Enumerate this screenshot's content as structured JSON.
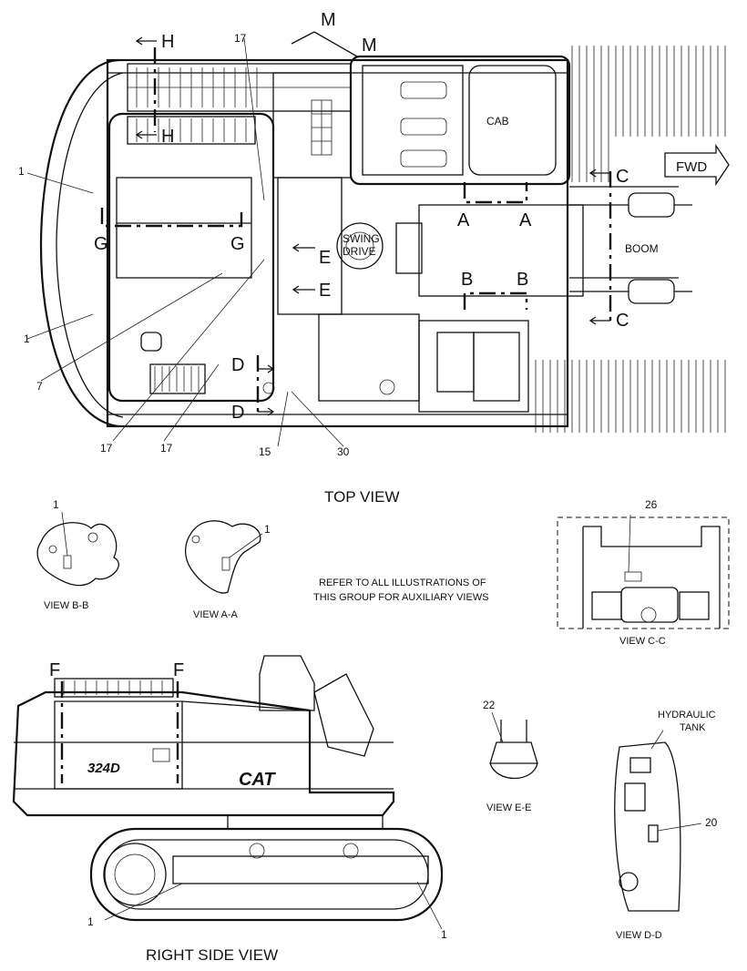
{
  "captions": {
    "top_view": "TOP VIEW",
    "right_side_view": "RIGHT SIDE VIEW",
    "view_bb": "VIEW B-B",
    "view_aa": "VIEW A-A",
    "view_cc": "VIEW C-C",
    "view_ee": "VIEW E-E",
    "view_dd": "VIEW D-D"
  },
  "note": {
    "line1": "REFER TO ALL ILLUSTRATIONS OF",
    "line2": "THIS GROUP FOR AUXILIARY VIEWS"
  },
  "labels": {
    "cab": "CAB",
    "fwd": "FWD",
    "boom": "BOOM",
    "swing_drive_1": "SWING",
    "swing_drive_2": "DRIVE",
    "hydraulic_tank_1": "HYDRAULIC",
    "hydraulic_tank_2": "TANK",
    "model": "324D",
    "brand": "CAT"
  },
  "section_letters": {
    "h": "H",
    "m": "M",
    "g": "G",
    "e": "E",
    "d": "D",
    "a": "A",
    "b": "B",
    "c": "C",
    "f": "F"
  },
  "callouts": {
    "c1": "1",
    "c7": "7",
    "c15": "15",
    "c17": "17",
    "c20": "20",
    "c22": "22",
    "c26": "26",
    "c30": "30"
  }
}
